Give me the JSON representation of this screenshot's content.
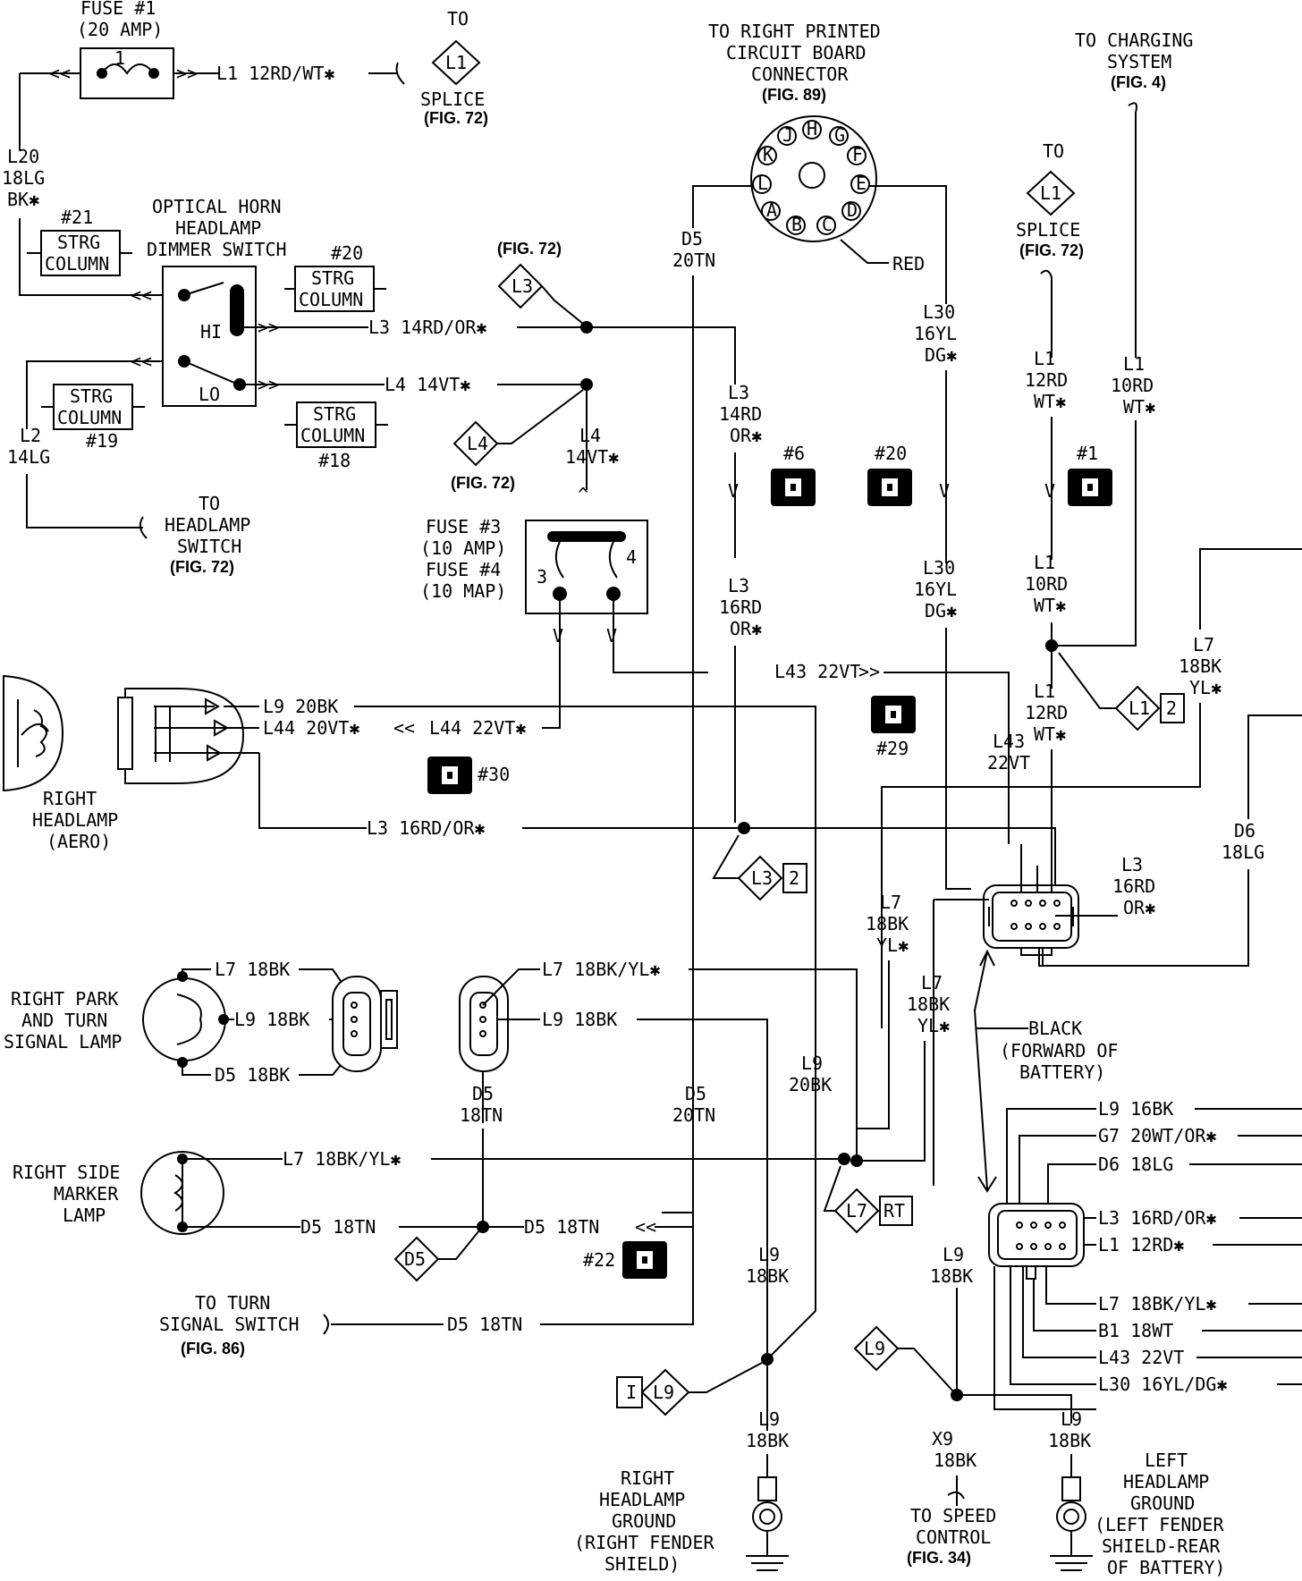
{
  "labels": {
    "fuse1": [
      "FUSE #1",
      "(20 AMP)",
      "1"
    ],
    "l1_fuse_wire": "L1 12RD/WT✱",
    "l20": [
      "L20",
      "18LG",
      "BK✱"
    ],
    "to_splice_top": [
      "TO",
      "L1",
      "SPLICE",
      "(FIG. 72)"
    ],
    "pcb": [
      "TO RIGHT PRINTED",
      "CIRCUIT BOARD",
      "CONNECTOR",
      "(FIG. 89)",
      "RED"
    ],
    "pcb_pins": [
      "H",
      "J",
      "G",
      "K",
      "F",
      "L",
      "E",
      "A",
      "D",
      "B",
      "C"
    ],
    "to_charging": [
      "TO CHARGING",
      "SYSTEM",
      "(FIG. 4)"
    ],
    "to_splice_right": [
      "TO",
      "L1",
      "SPLICE",
      "(FIG. 72)"
    ],
    "switch_title": [
      "OPTICAL HORN",
      "HEADLAMP",
      "DIMMER SWITCH"
    ],
    "strg": [
      "STRG",
      "COLUMN"
    ],
    "conn_numbers": [
      "#21",
      "#20",
      "#19",
      "#18",
      "#6",
      "#20",
      "#1",
      "#29",
      "#30",
      "#22"
    ],
    "hi": "HI",
    "lo": "LO",
    "l3_main": "L3 14RD/OR✱",
    "l4_main": "L4 14VT✱",
    "fig72": "(FIG. 72)",
    "fig72_b": "(FIG. 72)",
    "l3_tag": "L3",
    "l4_tag": "L4",
    "l2": [
      "L2",
      "14LG"
    ],
    "to_headlamp_switch": [
      "TO",
      "HEADLAMP",
      "SWITCH",
      "(FIG. 72)"
    ],
    "d5_20tn_top": [
      "D5",
      "20TN"
    ],
    "l30_a": [
      "L30",
      "16YL",
      "DG✱"
    ],
    "l30_b": [
      "L30",
      "16YL",
      "DG✱"
    ],
    "l3_14": [
      "L3",
      "14RD",
      "OR✱"
    ],
    "l3_16": [
      "L3",
      "16RD",
      "OR✱"
    ],
    "l4_14": [
      "L4",
      "14VT✱"
    ],
    "l1_12_a": [
      "L1",
      "12RD",
      "WT✱"
    ],
    "l1_10_a": [
      "L1",
      "10RD",
      "WT✱"
    ],
    "l1_10_b": [
      "L1",
      "10RD",
      "WT✱"
    ],
    "l1_12_b": [
      "L1",
      "12RD",
      "WT✱"
    ],
    "l1_tag2": [
      "L1",
      "2"
    ],
    "fuse34": [
      "FUSE #3",
      "(10 AMP)",
      "FUSE #4",
      "(10 MAP)",
      "3",
      "4"
    ],
    "l43_22vt": "L43 22VT",
    "l43_v": [
      "L43",
      "22VT"
    ],
    "l7_18bk_yl_r": [
      "L7",
      "18BK",
      "YL✱"
    ],
    "d6_18lg": [
      "D6",
      "18LG"
    ],
    "l9_20bk": "L9 20BK",
    "l44_20vt": "L44 20VT✱",
    "l44_22vt": "L44 22VT✱",
    "right_headlamp": [
      "RIGHT",
      "HEADLAMP",
      "(AERO)"
    ],
    "l3_16rd_or": "L3 16RD/OR✱",
    "l3_tag2": [
      "L3",
      "2"
    ],
    "l3_16rd_r": [
      "L3",
      "16RD",
      "OR✱"
    ],
    "l7_18bk_yl_a": [
      "L7",
      "18BK",
      "YL✱"
    ],
    "l7_18bk_yl_b": [
      "L7",
      "18BK",
      "YL✱"
    ],
    "park_lamp": [
      "RIGHT PARK",
      "AND TURN",
      "SIGNAL LAMP"
    ],
    "l7_18bk": "L7 18BK",
    "l9_18bk": "L9 18BK",
    "d5_18bk": "D5 18BK",
    "l7_18bk_yl_h": "L7 18BK/YL✱",
    "l9_18bk_b": "L9 18BK",
    "black_forward": [
      "BLACK",
      "(FORWARD OF",
      "BATTERY)"
    ],
    "d5_18tn_v": [
      "D5",
      "18TN"
    ],
    "d5_20tn_b": [
      "D5",
      "20TN"
    ],
    "l9_20bk_v": [
      "L9",
      "20BK"
    ],
    "side_marker": [
      "RIGHT SIDE",
      "MARKER",
      "LAMP"
    ],
    "l7_18bk_yl_marker": "L7 18BK/YL✱",
    "d5_18tn_a": "D5 18TN",
    "d5_18tn_b": "D5 18TN",
    "d5_tag": "D5",
    "l7rt_tag": [
      "L7",
      "RT"
    ],
    "to_turn": [
      "TO TURN",
      "SIGNAL SWITCH",
      "(FIG. 86)"
    ],
    "d5_18tn_c": "D5 18TN",
    "l9_18bk_v1": [
      "L9",
      "18BK"
    ],
    "l9_18bk_v2": [
      "L9",
      "18BK"
    ],
    "l9_tags": [
      "L9",
      "L9",
      "I"
    ],
    "bulkhead": [
      "L9 16BK",
      "G7 20WT/OR✱",
      "D6 18LG",
      "L3 16RD/OR✱",
      "L1 12RD✱",
      "L7 18BK/YL✱",
      "B1 18WT",
      "L43 22VT",
      "L30 16YL/DG✱"
    ],
    "l9_18bk_bottom": [
      "L9",
      "18BK"
    ],
    "x9_18bk": [
      "X9",
      "18BK"
    ],
    "l9_18bk_right": [
      "L9",
      "18BK"
    ],
    "right_ground": [
      "RIGHT",
      "HEADLAMP",
      "GROUND",
      "(RIGHT FENDER",
      "SHIELD)"
    ],
    "speed_control": [
      "TO SPEED",
      "CONTROL",
      "(FIG. 34)"
    ],
    "left_ground": [
      "LEFT",
      "HEADLAMP",
      "GROUND",
      "(LEFT FENDER",
      "SHIELD-REAR",
      "OF BATTERY)"
    ]
  }
}
